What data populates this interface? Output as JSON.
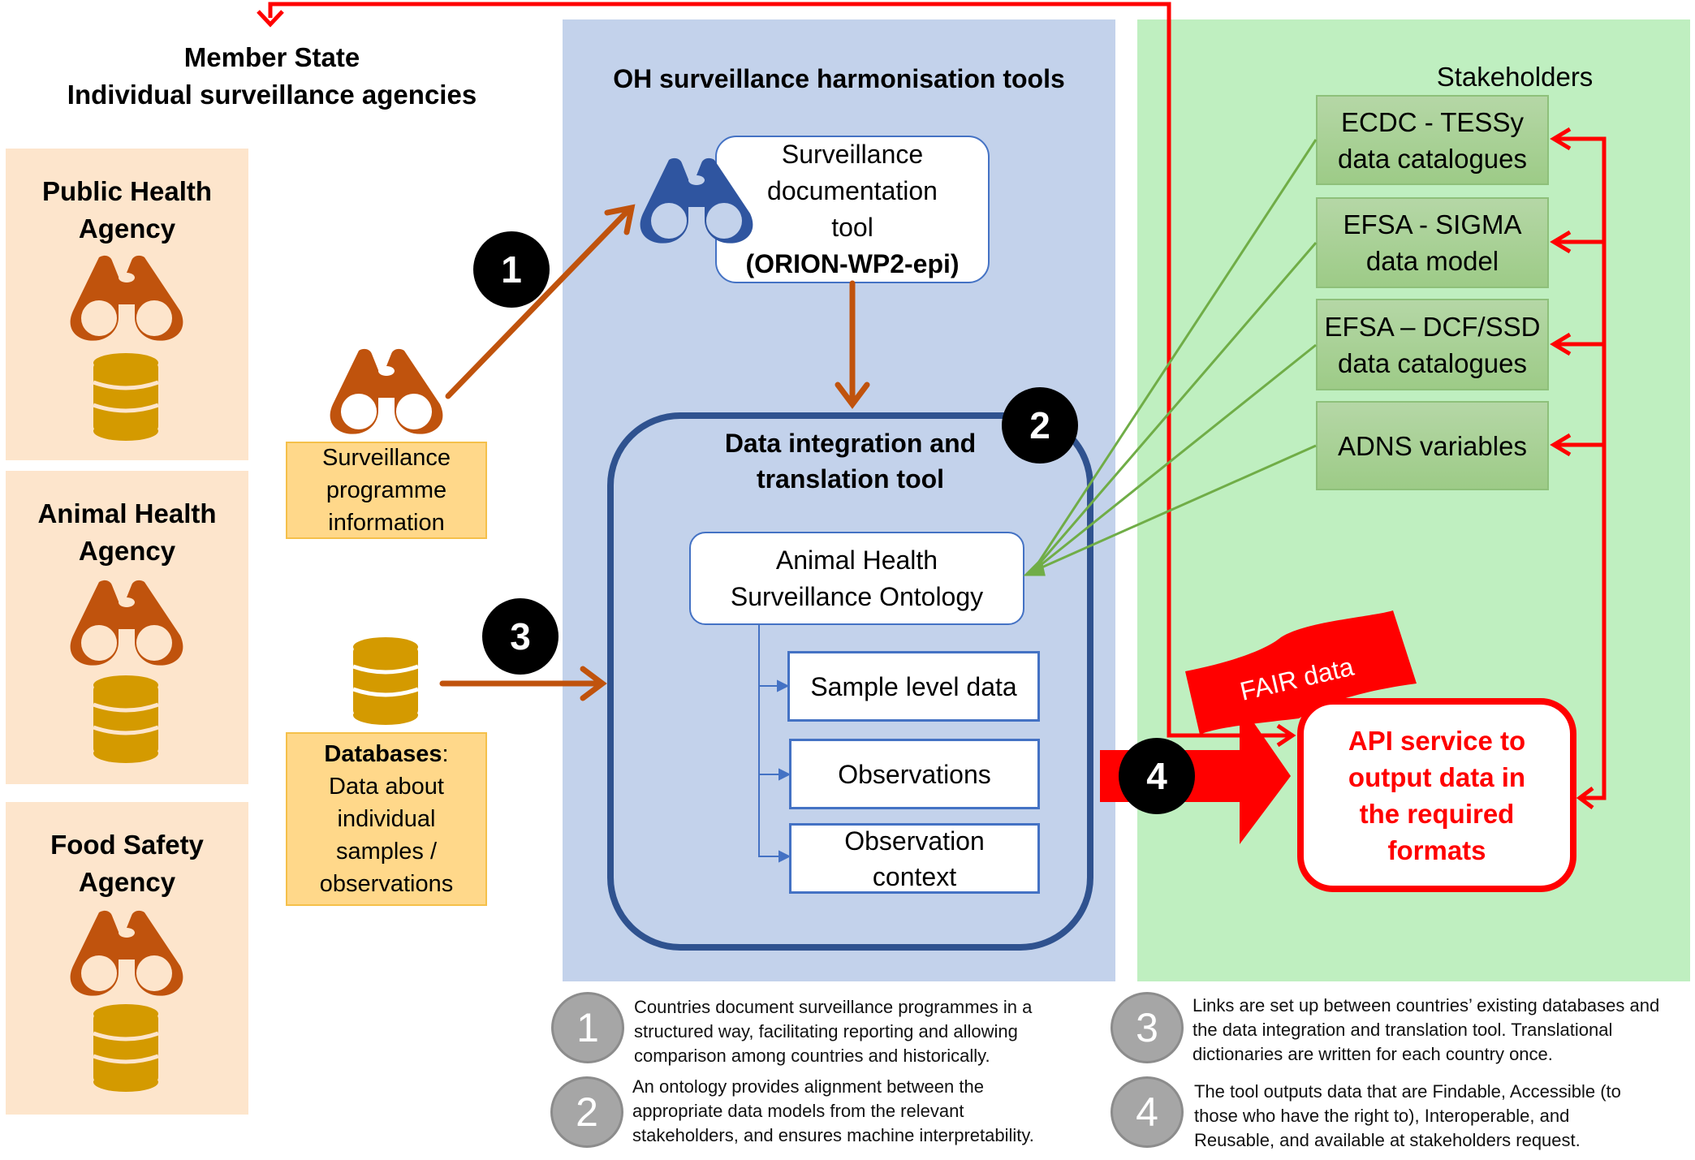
{
  "member_state": {
    "title_line1": "Member State",
    "title_line2": "Individual surveillance agencies",
    "agencies": [
      {
        "line1": "Public Health",
        "line2": "Agency"
      },
      {
        "line1": "Animal Health",
        "line2": "Agency"
      },
      {
        "line1": "Food Safety",
        "line2": "Agency"
      }
    ],
    "programme_info": {
      "line1": "Surveillance",
      "line2": "programme",
      "line3": "information"
    },
    "databases": {
      "label_bold": "Databases",
      "label_colon": ":",
      "line2": "Data about",
      "line3": "individual",
      "line4": "samples /",
      "line5": "observations"
    }
  },
  "tools_panel": {
    "title": "OH surveillance harmonisation tools",
    "doc_tool": {
      "line1": "Surveillance",
      "line2": "documentation",
      "line3": "tool",
      "line4": "(ORION-WP2-epi)"
    },
    "integration": {
      "title_line1": "Data integration and",
      "title_line2": "translation tool",
      "ontology": {
        "line1": "Animal Health",
        "line2": "Surveillance Ontology"
      },
      "children": [
        {
          "line1": "Sample level data",
          "line2": ""
        },
        {
          "line1": "Observations",
          "line2": ""
        },
        {
          "line1": "Observation",
          "line2": "context"
        }
      ]
    }
  },
  "stakeholders_panel": {
    "title": "Stakeholders",
    "items": [
      {
        "line1": "ECDC - TESSy",
        "line2": "data catalogues"
      },
      {
        "line1": "EFSA - SIGMA",
        "line2": "data model"
      },
      {
        "line1": "EFSA – DCF/SSD",
        "line2": "data catalogues"
      },
      {
        "line1": "ADNS variables",
        "line2": ""
      }
    ],
    "fair_flag": "FAIR data",
    "api": {
      "line1": "API service to",
      "line2": "output data in",
      "line3": "the required",
      "line4": "formats"
    }
  },
  "steps": [
    "1",
    "2",
    "3",
    "4"
  ],
  "legend": [
    {
      "num": "1",
      "lines": [
        "Countries document surveillance programmes in a",
        "structured way, facilitating reporting and allowing",
        "comparison among countries and historically."
      ]
    },
    {
      "num": "2",
      "lines": [
        "An ontology provides alignment between the",
        "appropriate data models from the relevant",
        "stakeholders, and ensures machine interpretability."
      ]
    },
    {
      "num": "3",
      "lines": [
        "Links are set up between countries’ existing databases and",
        "the data integration and translation tool. Translational",
        "dictionaries are written for each country once."
      ]
    },
    {
      "num": "4",
      "lines": [
        "The tool outputs data that are Findable, Accessible (to",
        "those who have the right to), Interoperable, and",
        "Reusable, and available at stakeholders request."
      ]
    }
  ],
  "colors": {
    "agency_bg": "#fde5cc",
    "icon_orange": "#c0530d",
    "db_gold": "#d49a00",
    "tools_blue_bg": "#c3d2eb",
    "integration_border": "#2f528f",
    "stakeholders_green_bg": "#bfefc0",
    "accent_red": "#ff0000",
    "link_green": "#70ad47",
    "binocular_blue": "#2f55a0"
  }
}
